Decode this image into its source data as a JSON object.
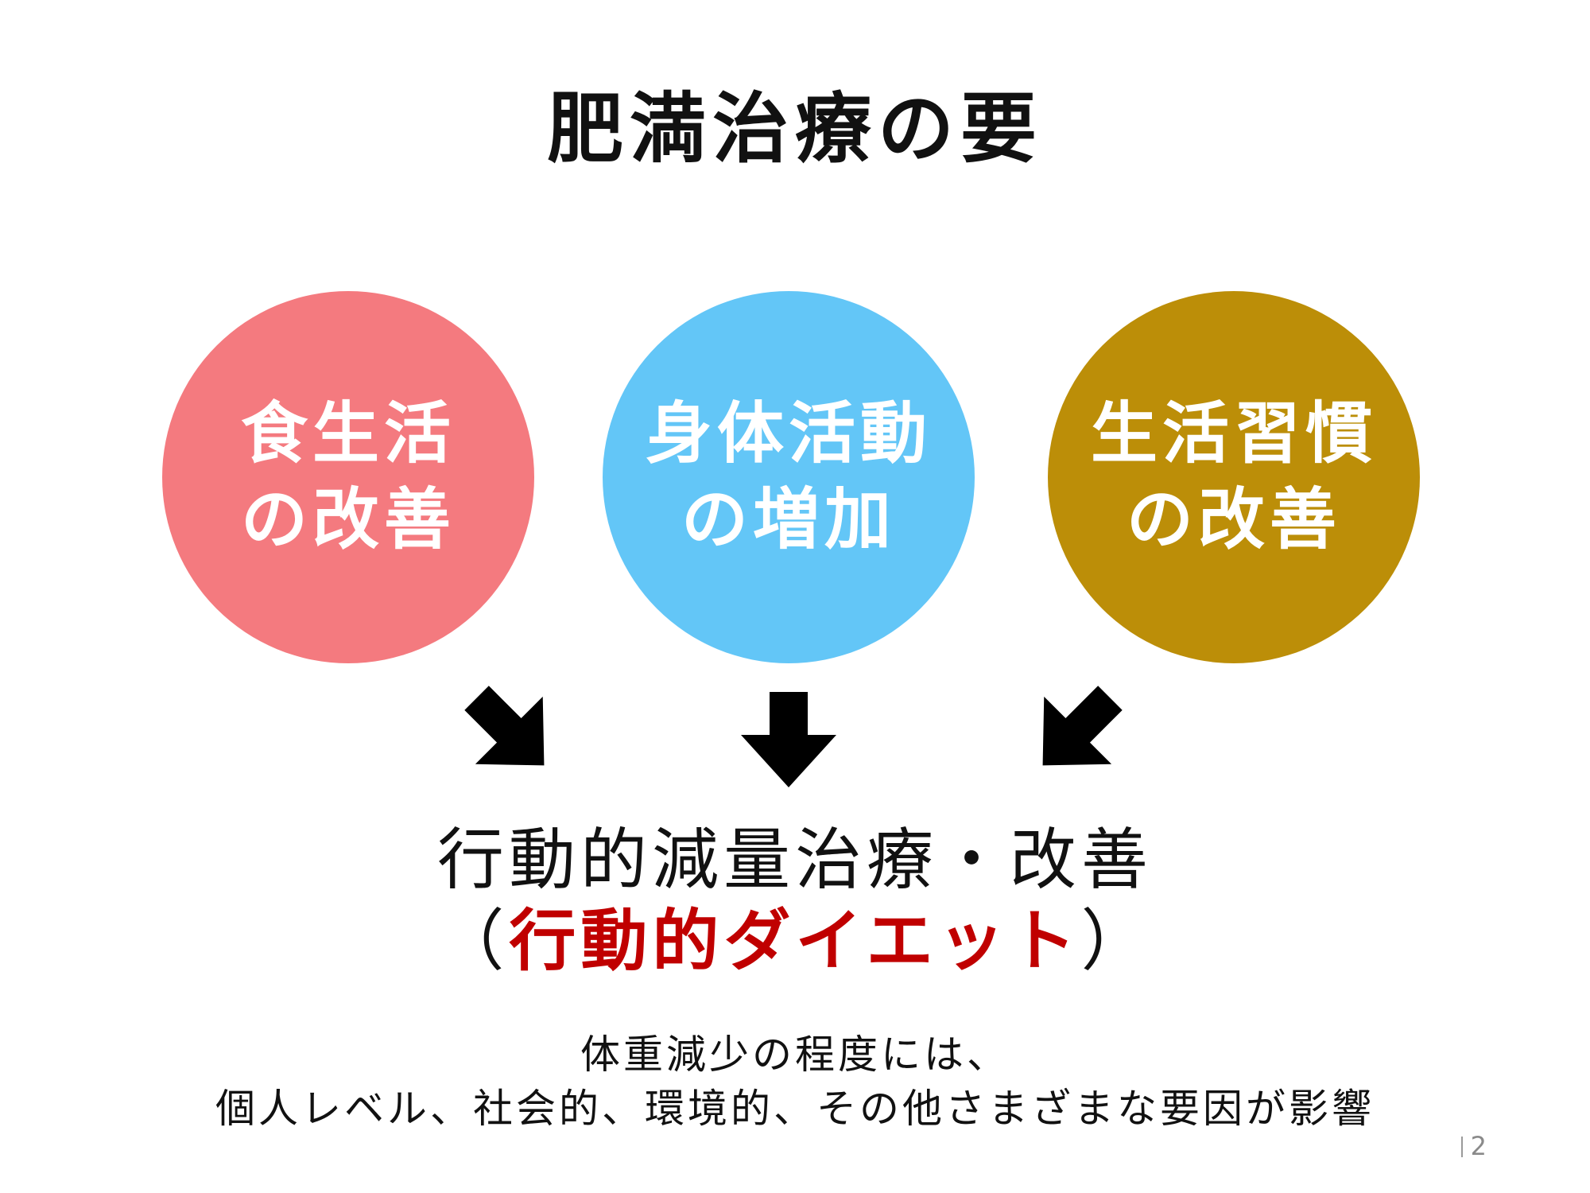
{
  "slide": {
    "title": "肥満治療の要",
    "page_number": "2"
  },
  "circles": [
    {
      "line1": "食生活",
      "line2": "の改善",
      "color": "#f47a7f"
    },
    {
      "line1": "身体活動",
      "line2": "の増加",
      "color": "#63c6f7"
    },
    {
      "line1": "生活習慣",
      "line2": "の改善",
      "color": "#bc8e08"
    }
  ],
  "result": {
    "line1": "行動的減量治療・改善",
    "paren_open": "（",
    "highlight": "行動的ダイエット",
    "paren_close": "）",
    "highlight_color": "#c00000"
  },
  "note": {
    "line1": "体重減少の程度には、",
    "line2": "個人レベル、社会的、環境的、その他さまざまな要因が影響"
  },
  "icons": {
    "arrow_left": "arrow-down-right-icon",
    "arrow_center": "arrow-down-icon",
    "arrow_right": "arrow-down-left-icon"
  }
}
